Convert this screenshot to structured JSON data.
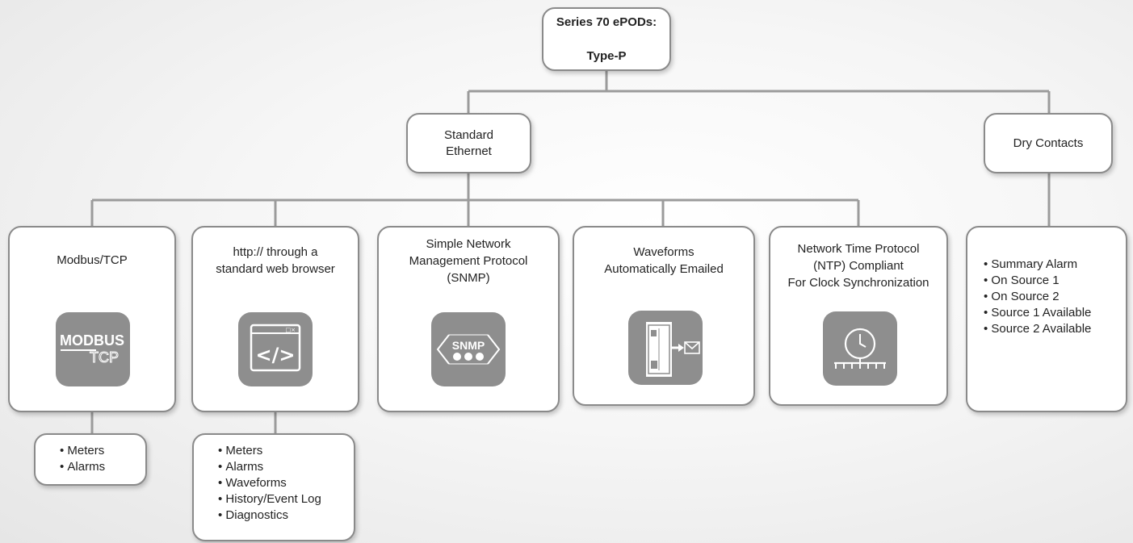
{
  "root": {
    "title_line1": "Series 70 ePODs:",
    "title_line2": "Type-P"
  },
  "branches": {
    "ethernet": "Standard\nEthernet",
    "dry_contacts": "Dry Contacts"
  },
  "cards": [
    {
      "title": "Modbus/TCP",
      "icon": "modbus-tcp-icon",
      "icon_text_top": "MODBUS",
      "icon_text_bottom": "TCP"
    },
    {
      "title": "http:// through a\nstandard web browser",
      "icon": "web-browser-code-icon",
      "icon_text": "</>",
      "icon_corner": "_□×"
    },
    {
      "title": "Simple Network\nManagement Protocol\n(SNMP)",
      "icon": "snmp-icon",
      "icon_text": "SNMP"
    },
    {
      "title": "Waveforms\nAutomatically Emailed",
      "icon": "cabinet-email-icon"
    },
    {
      "title": "Network Time Protocol\n(NTP) Compliant\nFor Clock Synchronization",
      "icon": "clock-icon"
    }
  ],
  "dry_contacts_list": [
    "Summary Alarm",
    "On Source 1",
    "On Source 2",
    "Source 1 Available",
    "Source 2 Available"
  ],
  "modbus_list": [
    "Meters",
    "Alarms"
  ],
  "http_list": [
    "Meters",
    "Alarms",
    "Waveforms",
    "History/Event Log",
    "Diagnostics"
  ],
  "colors": {
    "line": "#9b9b9b",
    "border": "#8a8a8a",
    "icon_tile": "#8e8e8e",
    "icon_glyph": "#ffffff"
  }
}
